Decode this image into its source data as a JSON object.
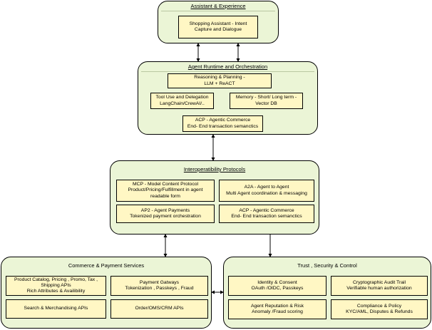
{
  "colors": {
    "group_fill": "#ebf5d6",
    "box_fill": "#fff7c4",
    "stroke": "#000000"
  },
  "assistant": {
    "title": "Assistant & Experience",
    "box": {
      "line1": "Shopping Assistant  - Intent",
      "line2": "Capture and Dialogue"
    }
  },
  "runtime": {
    "title": "Agent Runtime and Orchestration",
    "reasoning": {
      "line1": "Reasoning & Planning   -",
      "line2": "LLM + ReACT"
    },
    "tools": {
      "line1": "Tool Use and Delegation",
      "line2": "LangChain/CrewAI/.."
    },
    "memory": {
      "line1": "Memory - Short/ Long term -",
      "line2": "Vector DB"
    },
    "acp": {
      "line1": "ACP - Agentic Commerce",
      "line2": "End- End transaction semanctics"
    }
  },
  "protocols": {
    "title": "Interoperatibility  Protocols",
    "mcp": {
      "line1": "MCP - Model Content Protocol",
      "line2": "Product/Pricing/Fulfillment in agent",
      "line3": "readable form"
    },
    "a2a": {
      "line1": "A2A - Agent to Agent",
      "line2": "Multi Agent coordination & messaging"
    },
    "ap2": {
      "line1": "AP2 - Agent Payments",
      "line2": "Tokenized payment orchestration"
    },
    "acp": {
      "line1": "ACP - Agentic Commerce",
      "line2": "End- End transaction semanctics"
    }
  },
  "commerce": {
    "title": "Commerce & Payment Services",
    "catalog": {
      "line1": "Product Catalog, Pricing , Promo, Tax ,",
      "line2": "Shipping APIs",
      "line3": "Rich Attributes & Availibility"
    },
    "payment": {
      "line1": "Payment Gatways",
      "line2": "Tokenization , Passkeys , Fraud"
    },
    "search": {
      "line1": "Search & Merchandising APIs"
    },
    "order": {
      "line1": "Order/OMS/CRM APIs"
    }
  },
  "trust": {
    "title": "Trust , Security & Control",
    "identity": {
      "line1": "Identity & Consent",
      "line2": "OAuth /OIDC, Passkeys"
    },
    "audit": {
      "line1": "Cryptographic Audit Trail",
      "line2": "Verifiable human authorization"
    },
    "reputation": {
      "line1": "Agent Reputation & Risk",
      "line2": "Anomaly /Fraud scoring"
    },
    "compliance": {
      "line1": "Compliance & Policy",
      "line2": "KYC/AML, Disputes & Refunds"
    }
  }
}
